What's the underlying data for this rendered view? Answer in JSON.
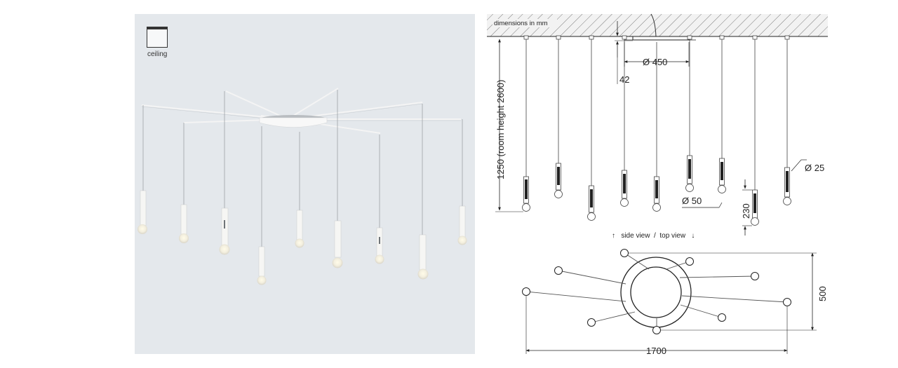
{
  "photo": {
    "mount_icon_name": "ceiling-mount-icon",
    "mount_label": "ceiling"
  },
  "drawing": {
    "units_note": "dimensions in mm",
    "canopy_diameter": "Ø 450",
    "canopy_height": "42",
    "suspension_length": "1250 (room height 2600)",
    "pendant_diameter": "Ø 25",
    "globe_diameter": "Ø 50",
    "pendant_length": "230",
    "views_caption": "↑   side view  /  top view   ↓",
    "top_width": "1700",
    "top_depth": "500"
  },
  "colors": {
    "photo_background": "#e4e8ec",
    "lamp_white": "#f6f6f4",
    "line_dark": "#222222"
  }
}
